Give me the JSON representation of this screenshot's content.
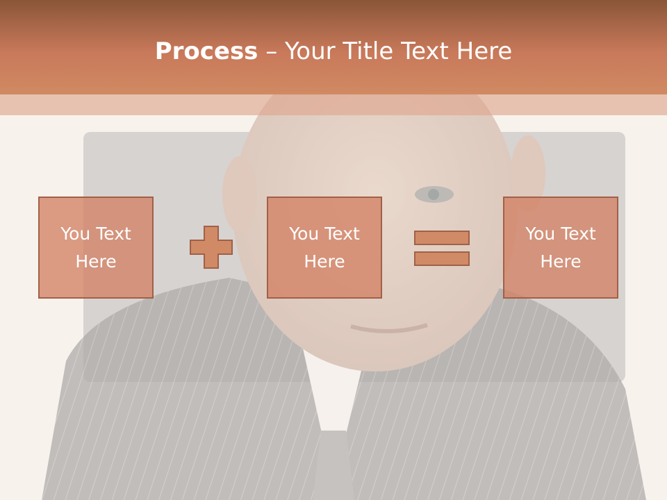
{
  "slide": {
    "title_bold": "Process",
    "title_rest": " – Your Title Text Here",
    "boxes": [
      {
        "text": "You Text Here"
      },
      {
        "text": "You Text Here"
      },
      {
        "text": "You Text Here"
      }
    ],
    "operators": [
      "plus-icon",
      "equals-icon"
    ],
    "colors": {
      "header_top": "#8a5538",
      "header_bottom": "#d08a62",
      "box_fill": "#d48e6e",
      "box_border": "#a06048",
      "operator_fill": "#d08a66"
    }
  }
}
